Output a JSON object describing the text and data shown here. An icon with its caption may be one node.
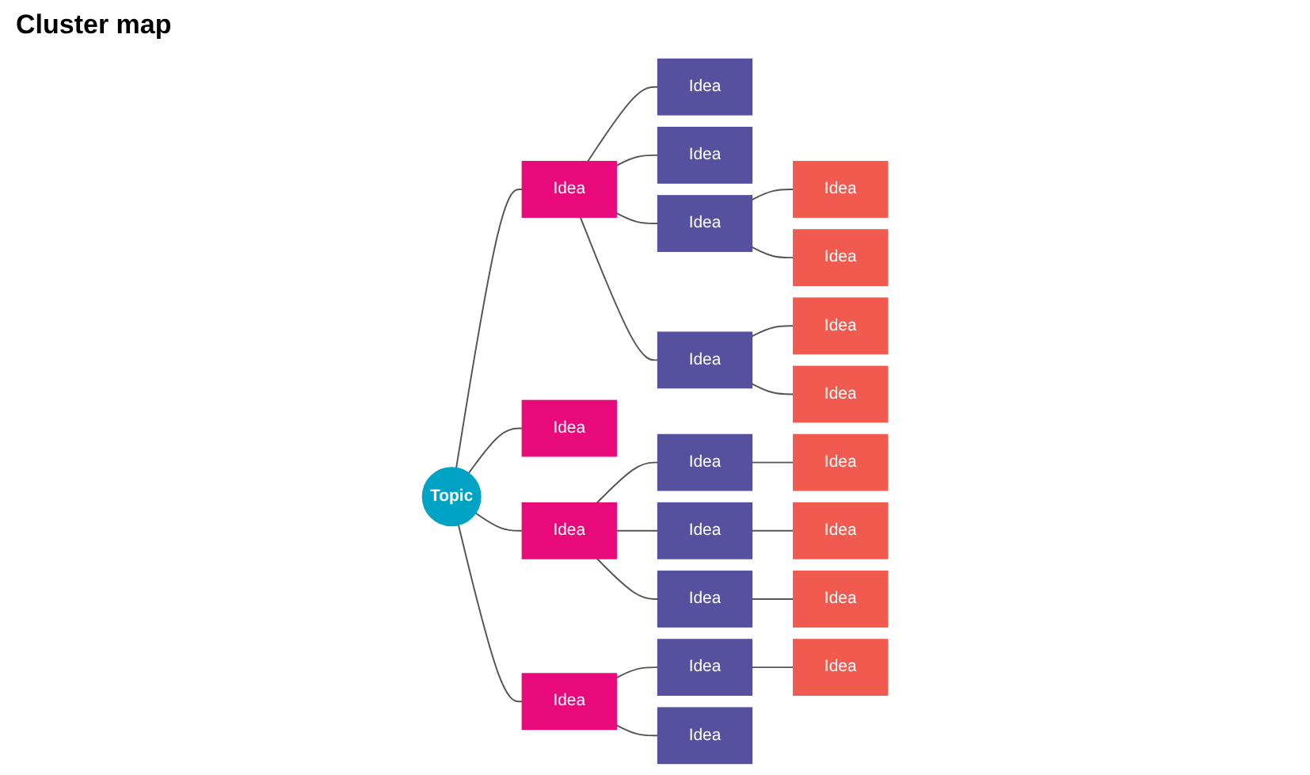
{
  "diagram": {
    "title": "Cluster map",
    "nodes": [
      {
        "text": [
          "Topic"
        ]
      },
      {
        "text": [
          "Idea"
        ]
      },
      {
        "text": [
          "Idea"
        ]
      },
      {
        "text": [
          "Idea"
        ]
      },
      {
        "text": [
          "Idea"
        ]
      },
      {
        "text": [
          "Idea"
        ]
      },
      {
        "text": [
          "Idea"
        ]
      },
      {
        "text": [
          "Idea"
        ]
      },
      {
        "text": [
          "Idea"
        ]
      },
      {
        "text": [
          "Idea"
        ]
      },
      {
        "text": [
          "Idea"
        ]
      },
      {
        "text": [
          "Idea"
        ]
      },
      {
        "text": [
          "Idea"
        ]
      },
      {
        "text": [
          "Idea"
        ]
      },
      {
        "text": [
          "Idea"
        ]
      },
      {
        "text": [
          "Idea"
        ]
      },
      {
        "text": [
          "Idea"
        ]
      },
      {
        "text": [
          "Idea"
        ]
      },
      {
        "text": [
          "Idea"
        ]
      },
      {
        "text": [
          "Idea"
        ]
      },
      {
        "text": [
          "Idea"
        ]
      },
      {
        "text": [
          "Idea"
        ]
      }
    ],
    "edges": [
      {
        "from": 0,
        "to": 1,
        "arrow": "none"
      },
      {
        "from": 0,
        "to": 2,
        "arrow": "none"
      },
      {
        "from": 0,
        "to": 3,
        "arrow": "none"
      },
      {
        "from": 0,
        "to": 4,
        "arrow": "none"
      },
      {
        "from": 1,
        "to": 5,
        "arrow": "none"
      },
      {
        "from": 1,
        "to": 6,
        "arrow": "none"
      },
      {
        "from": 1,
        "to": 7,
        "arrow": "none"
      },
      {
        "from": 7,
        "to": 8,
        "arrow": "none"
      },
      {
        "from": 7,
        "to": 9,
        "arrow": "none"
      },
      {
        "from": 1,
        "to": 10,
        "arrow": "none"
      },
      {
        "from": 10,
        "to": 11,
        "arrow": "none"
      },
      {
        "from": 10,
        "to": 12,
        "arrow": "none"
      },
      {
        "from": 3,
        "to": 13,
        "arrow": "none"
      },
      {
        "from": 13,
        "to": 14,
        "arrow": "none"
      },
      {
        "from": 3,
        "to": 15,
        "arrow": "none"
      },
      {
        "from": 15,
        "to": 16,
        "arrow": "none"
      },
      {
        "from": 3,
        "to": 17,
        "arrow": "none"
      },
      {
        "from": 17,
        "to": 18,
        "arrow": "none"
      },
      {
        "from": 4,
        "to": 19,
        "arrow": "none"
      },
      {
        "from": 19,
        "to": 20,
        "arrow": "none"
      },
      {
        "from": 4,
        "to": 21,
        "arrow": "none"
      }
    ]
  }
}
